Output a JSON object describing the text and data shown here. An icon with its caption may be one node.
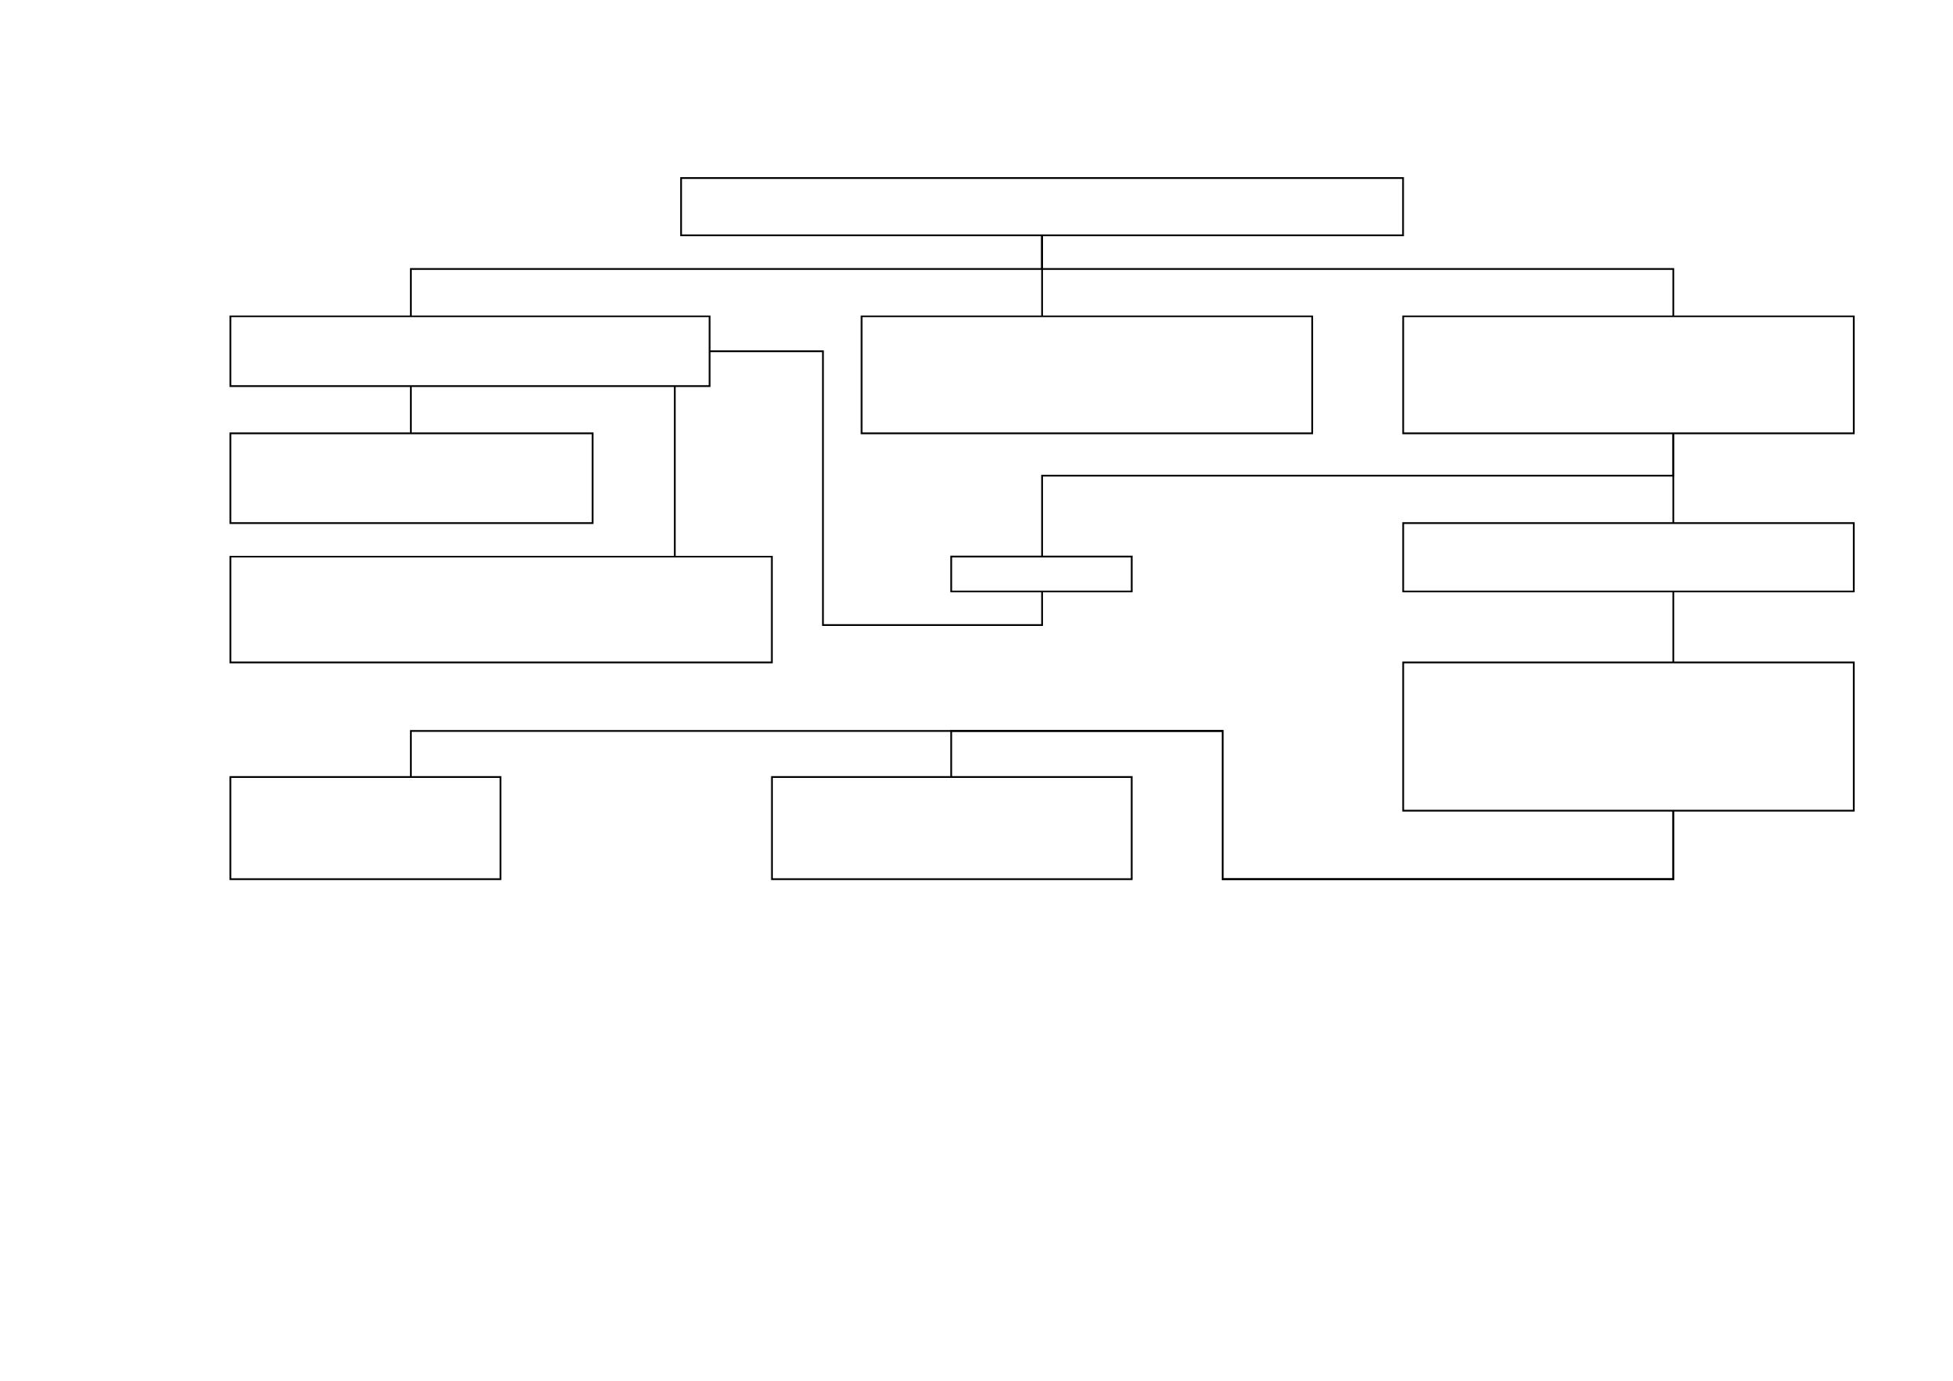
{
  "diagram": {
    "nodes": [
      {
        "text": [],
        "shape": "box"
      },
      {
        "text": [],
        "shape": "box"
      },
      {
        "text": [],
        "shape": "box"
      },
      {
        "text": [],
        "shape": "box"
      },
      {
        "text": [],
        "shape": "box"
      },
      {
        "text": [],
        "shape": "box"
      },
      {
        "text": [],
        "shape": "box"
      },
      {
        "text": [],
        "shape": "box"
      },
      {
        "text": [],
        "shape": "box"
      },
      {
        "text": [],
        "shape": "box"
      },
      {
        "text": [],
        "shape": "box"
      }
    ],
    "edges": [
      {
        "from": 0,
        "to": 1,
        "arrow": "none"
      },
      {
        "from": 0,
        "to": 2,
        "arrow": "none"
      },
      {
        "from": 0,
        "to": 3,
        "arrow": "none"
      },
      {
        "from": 1,
        "to": 4,
        "arrow": "none"
      },
      {
        "from": 1,
        "to": 5,
        "arrow": "none"
      },
      {
        "from": 1,
        "to": 6,
        "arrow": "none"
      },
      {
        "from": 3,
        "to": 6,
        "arrow": "none"
      },
      {
        "from": 3,
        "to": 7,
        "arrow": "none"
      },
      {
        "from": 7,
        "to": 8,
        "arrow": "none"
      },
      {
        "from": 8,
        "to": 9,
        "arrow": "none"
      },
      {
        "from": 8,
        "to": 10,
        "arrow": "none"
      }
    ]
  }
}
